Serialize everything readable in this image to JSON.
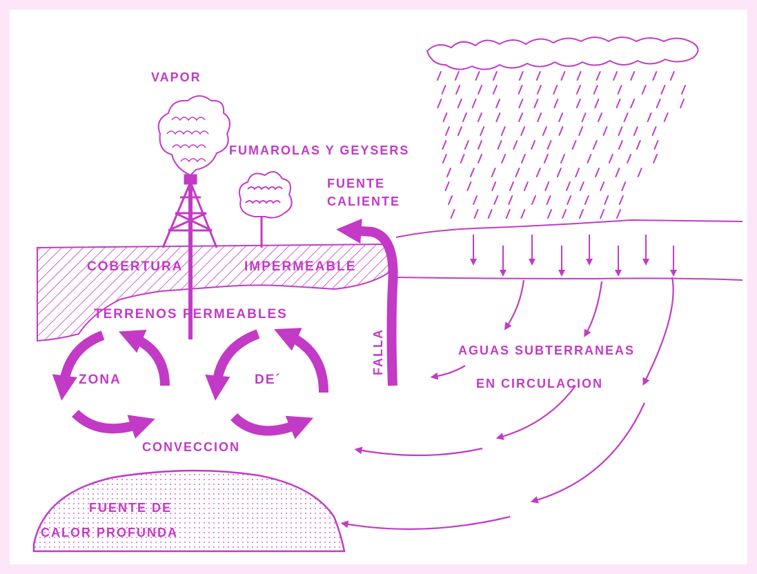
{
  "colors": {
    "ink": "#c23ac6",
    "frame": "#fce6f7",
    "paper": "#ffffff"
  },
  "labels": {
    "vapor": "VAPOR",
    "fumarolas": "FUMAROLAS Y GEYSERS",
    "fuente_line1": "FUENTE",
    "fuente_line2": "CALIENTE",
    "cobertura": "COBERTURA",
    "impermeable": "IMPERMEABLE",
    "terrenos": "TERRENOS PERMEABLES",
    "falla": "FALLA",
    "zona": "ZONA",
    "de": "DE´",
    "conveccion": "CONVECCION",
    "aguas_line1": "AGUAS SUBTERRANEAS",
    "aguas_line2": "EN CIRCULACION",
    "calor_line1": "FUENTE DE",
    "calor_line2": "CALOR PROFUNDA"
  }
}
